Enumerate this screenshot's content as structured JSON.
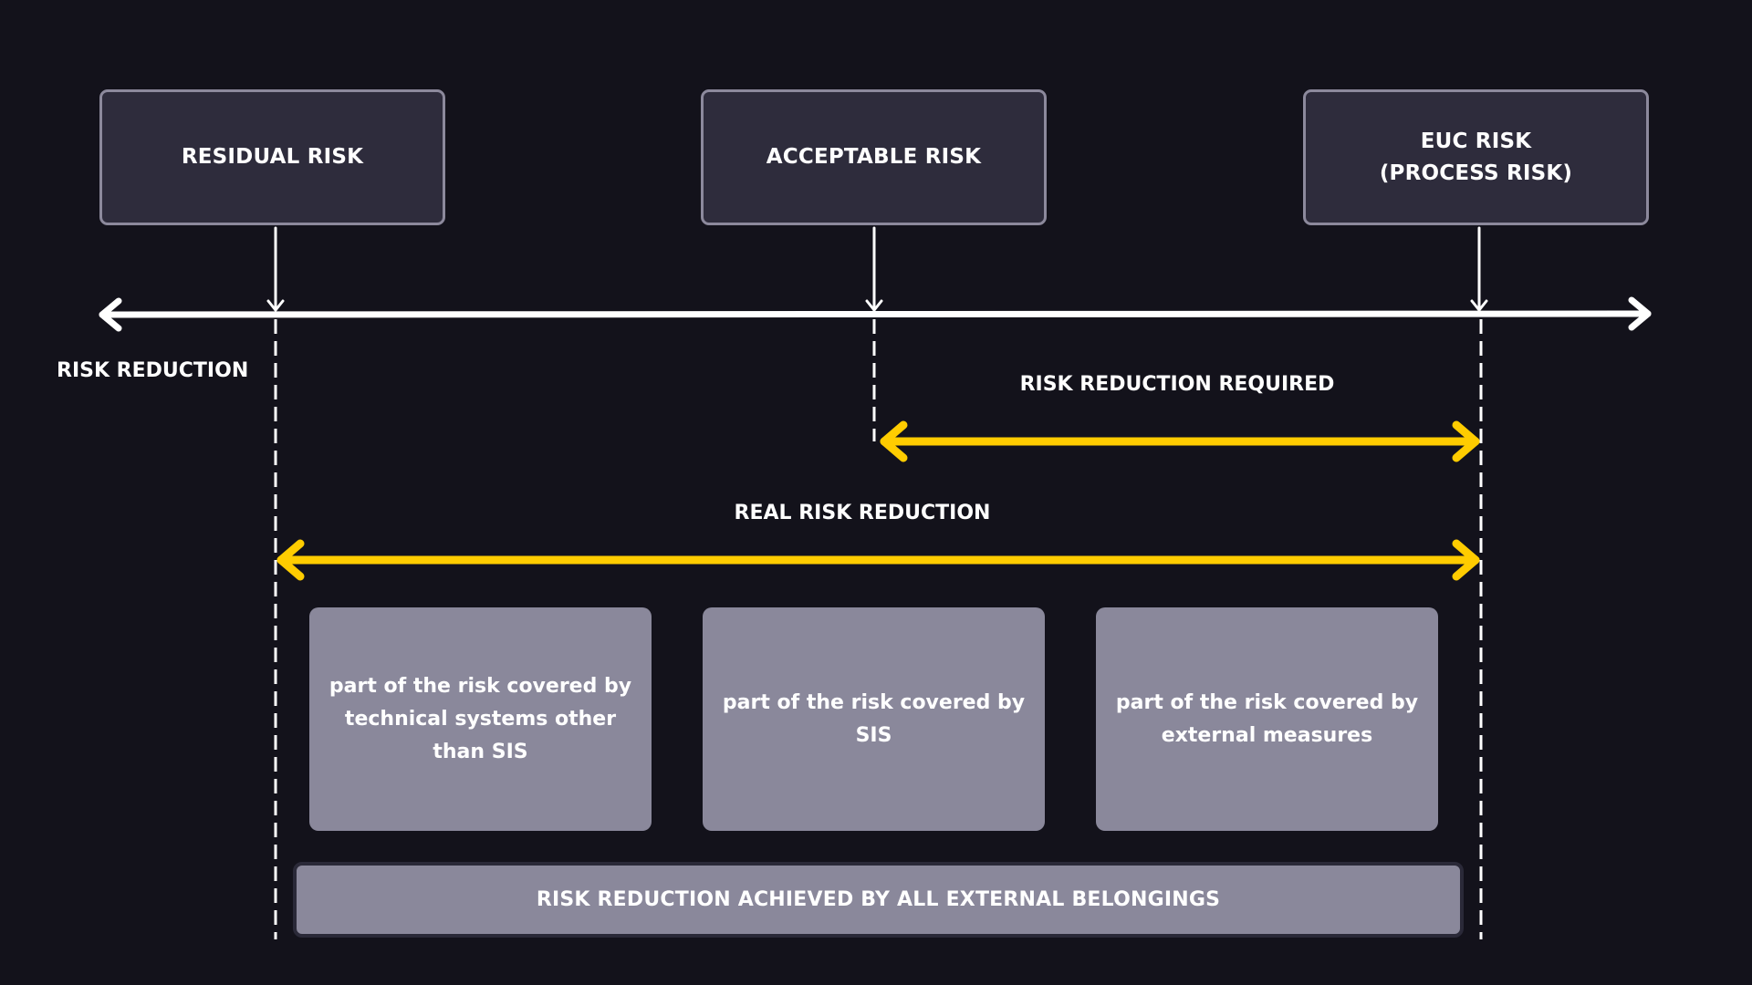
{
  "boxes": {
    "residual": "RESIDUAL RISK",
    "acceptable": "ACCEPTABLE RISK",
    "euc": "EUC RISK\n(PROCESS RISK)"
  },
  "labels": {
    "risk_reduction": "RISK REDUCTION",
    "risk_reduction_required": "RISK REDUCTION REQUIRED",
    "real_risk_reduction": "REAL RISK REDUCTION"
  },
  "parts": [
    "part of the risk covered by technical systems other than SIS",
    "part of the risk covered by SIS",
    "part of the risk covered by external measures"
  ],
  "bottom": "RISK REDUCTION ACHIEVED BY ALL EXTERNAL BELONGINGS",
  "colors": {
    "background": "#13121b",
    "axis": "#ffffff",
    "highlight_arrow": "#ffcc00",
    "box_fill": "#2e2c3c",
    "box_border": "#8c899c",
    "part_fill": "#8a889b"
  }
}
